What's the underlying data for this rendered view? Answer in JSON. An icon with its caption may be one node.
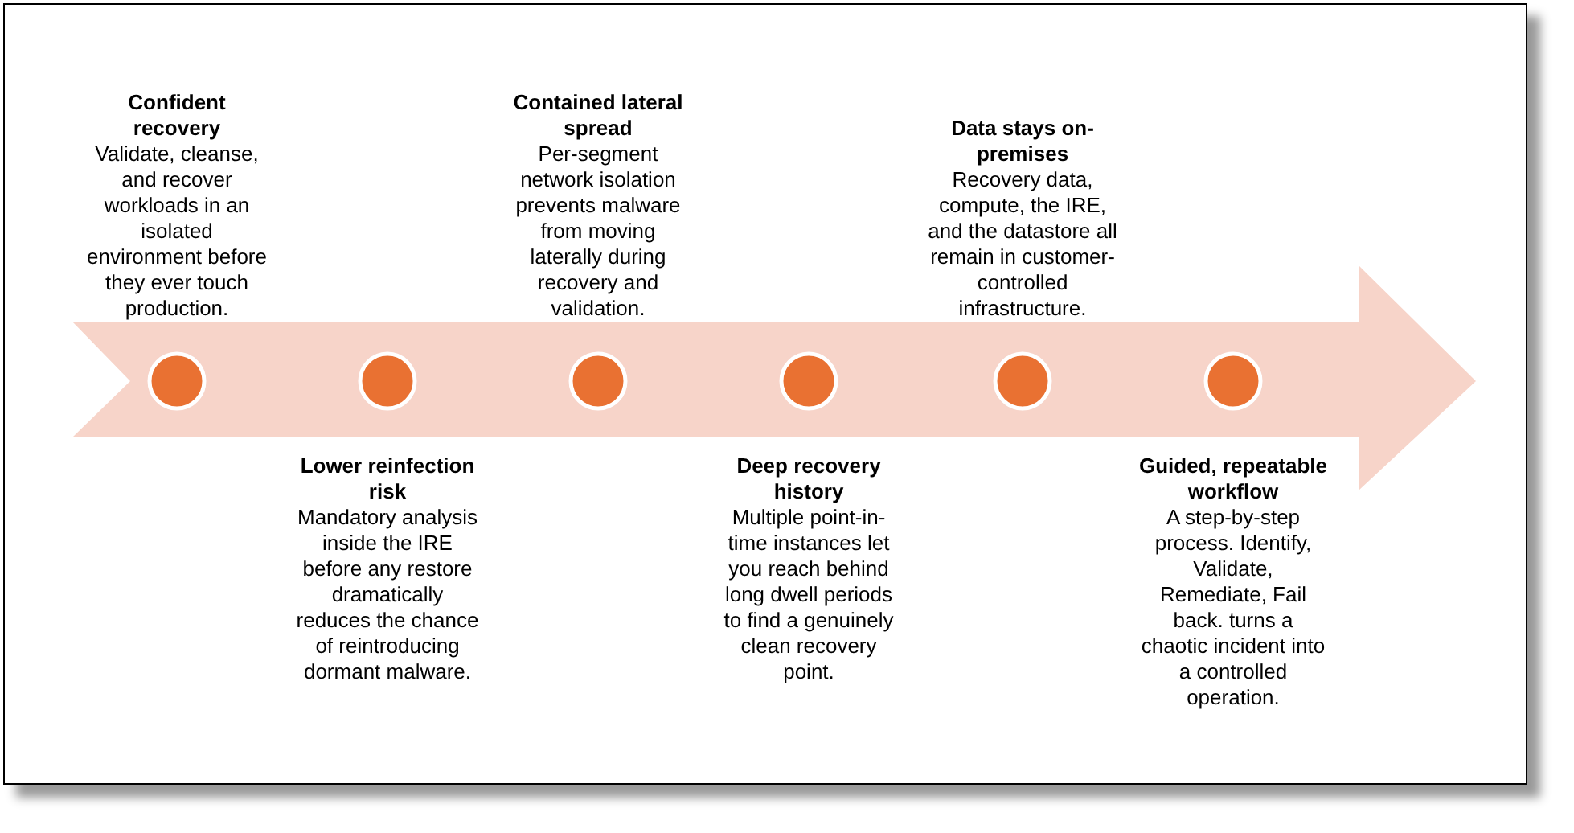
{
  "diagram": {
    "nodes": [
      {
        "text": [],
        "shape": "arrow"
      },
      {
        "text": [],
        "shape": "circle",
        "in": 0,
        "beside": [
          "Confident recovery",
          "Validate, cleanse, and recover workloads in an isolated environment before they ever touch production."
        ]
      },
      {
        "text": [],
        "shape": "circle",
        "in": 0,
        "beside": [
          "Lower reinfection risk",
          "Mandatory analysis inside the IRE before any restore dramatically reduces the chance of reintroducing dormant malware."
        ]
      },
      {
        "text": [],
        "shape": "circle",
        "in": 0,
        "beside": [
          "Contained lateral spread",
          "Per-segment network isolation prevents malware from moving laterally during recovery and validation."
        ]
      },
      {
        "text": [],
        "shape": "circle",
        "in": 0,
        "beside": [
          "Deep recovery history",
          "Multiple point-in-time instances let you reach behind long dwell periods to find a genuinely clean recovery point."
        ]
      },
      {
        "text": [],
        "shape": "circle",
        "in": 0,
        "beside": [
          "Data stays on-premises",
          "Recovery data, compute, the IRE, and the datastore all remain in customer-controlled infrastructure."
        ]
      },
      {
        "text": [],
        "shape": "circle",
        "in": 0,
        "beside": [
          "Guided, repeatable workflow",
          "A step-by-step process. Identify, Validate, Remediate, Fail back. turns a chaotic incident into a controlled operation."
        ]
      }
    ]
  }
}
